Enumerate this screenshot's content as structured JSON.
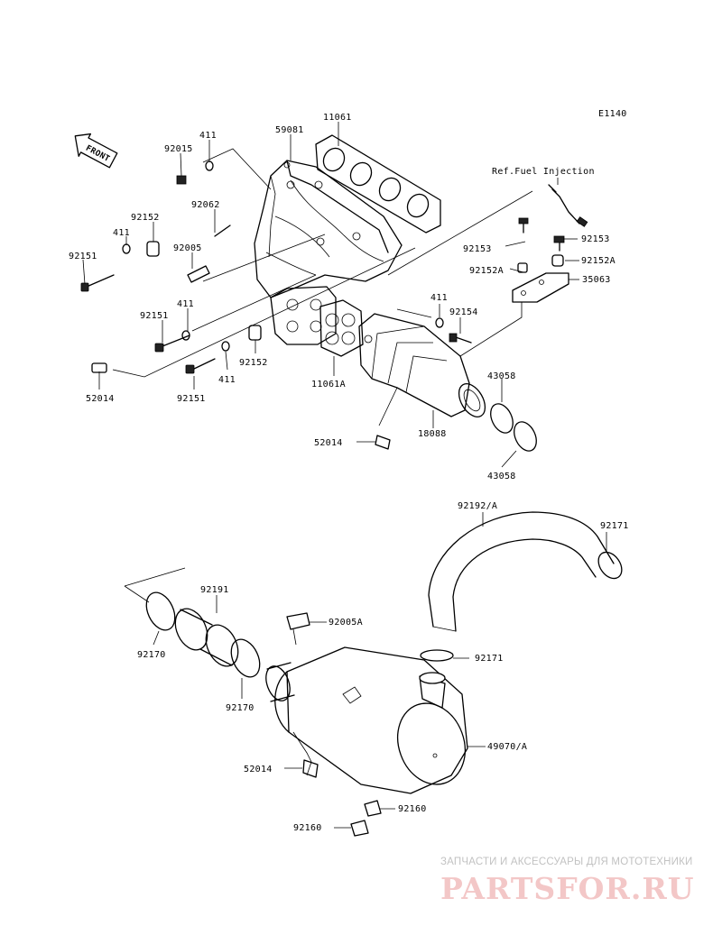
{
  "diagram_code": "E1140",
  "front_marker": "FRONT",
  "reference_note": "Ref.Fuel Injection",
  "labels": {
    "p11061": "11061",
    "p59081": "59081",
    "p411_a": "411",
    "p92015": "92015",
    "p92062": "92062",
    "p92152_a": "92152",
    "p411_b": "411",
    "p92005": "92005",
    "p92151_a": "92151",
    "p411_c": "411",
    "p92151_b": "92151",
    "p52014_a": "52014",
    "p92151_c": "92151",
    "p411_d": "411",
    "p92152_b": "92152",
    "p11061a": "11061A",
    "p92153_a": "92153",
    "p92153_b": "92153",
    "p92152a_a": "92152A",
    "p92152a_b": "92152A",
    "p35063": "35063",
    "p411_e": "411",
    "p92154": "92154",
    "p43058_a": "43058",
    "p43058_b": "43058",
    "p18088": "18088",
    "p52014_b": "52014",
    "p92192a": "92192/A",
    "p92171_a": "92171",
    "p92191": "92191",
    "p92170_a": "92170",
    "p92005a": "92005A",
    "p92171_b": "92171",
    "p92170_b": "92170",
    "p49070a": "49070/A",
    "p52014_c": "52014",
    "p92160_a": "92160",
    "p92160_b": "92160"
  },
  "watermark": {
    "tagline": "ЗАПЧАСТИ И АКСЕССУАРЫ ДЛЯ МОТОТЕХНИКИ",
    "logo": "PARTSFOR.RU"
  }
}
